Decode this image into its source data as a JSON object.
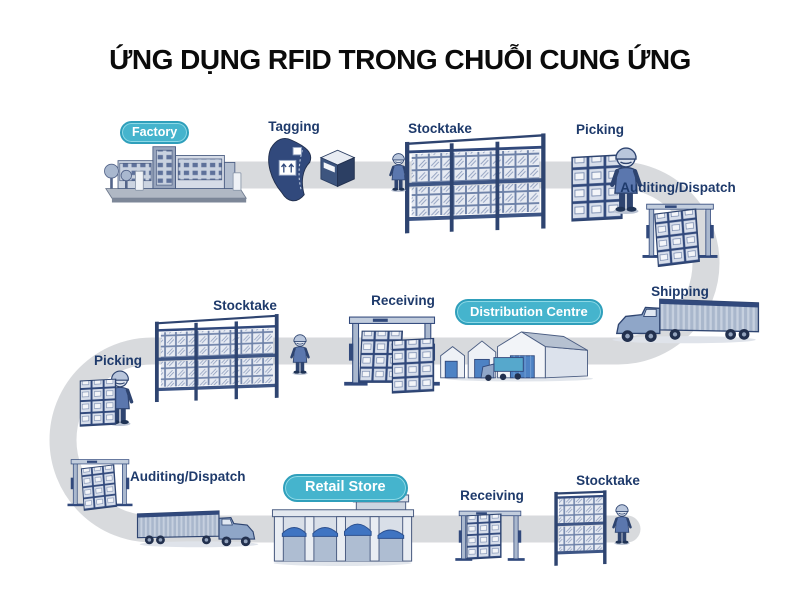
{
  "title": "ỨNG DỤNG RFID TRONG CHUỖI CUNG ỨNG",
  "colors": {
    "badge_teal": "#45b4cd",
    "label_navy": "#1e3a6b",
    "path_gray": "#d8dadd",
    "illustration_navy": "#31497c",
    "background": "#ffffff"
  },
  "stages": {
    "factory": "Factory",
    "tagging": "Tagging",
    "stocktake_factory": "Stocktake",
    "picking_factory": "Picking",
    "auditing_dispatch_factory": "Auditing/Dispatch",
    "shipping": "Shipping",
    "distribution_centre": "Distribution Centre",
    "receiving_dc": "Receiving",
    "stocktake_dc": "Stocktake",
    "picking_dc": "Picking",
    "auditing_dispatch_dc": "Auditing/Dispatch",
    "retail_store": "Retail Store",
    "receiving_store": "Receiving",
    "stocktake_store": "Stocktake"
  },
  "flow_sequence": [
    "Factory",
    "Tagging",
    "Stocktake",
    "Picking",
    "Auditing/Dispatch",
    "Shipping",
    "Distribution Centre",
    "Receiving",
    "Stocktake",
    "Picking",
    "Auditing/Dispatch",
    "Retail Store",
    "Receiving",
    "Stocktake"
  ]
}
